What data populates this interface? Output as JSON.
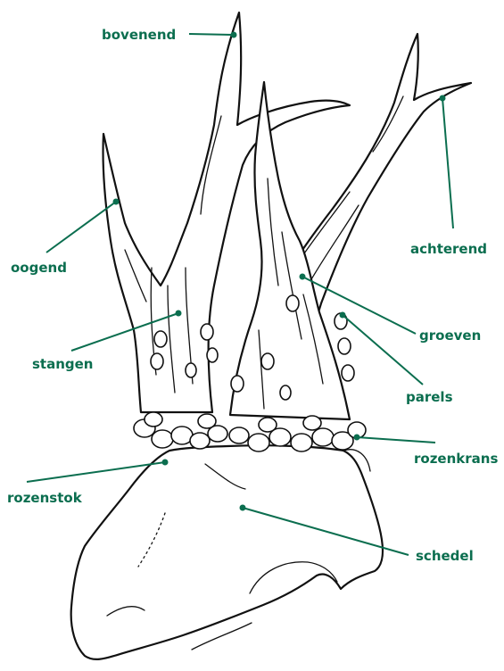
{
  "labels": {
    "bovenend": "bovenend",
    "oogend": "oogend",
    "achterend": "achterend",
    "stangen": "stangen",
    "groeven": "groeven",
    "parels": "parels",
    "rozenkrans": "rozenkrans",
    "rozenstok": "rozenstok",
    "schedel": "schedel"
  },
  "colors": {
    "label": "#0b6e4f",
    "ink": "#111111"
  }
}
